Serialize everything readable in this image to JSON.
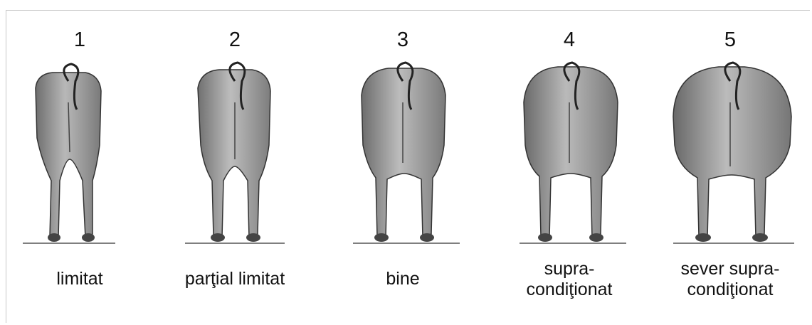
{
  "panels": [
    {
      "number": "1",
      "label": "limitat"
    },
    {
      "number": "2",
      "label": "parţial limitat"
    },
    {
      "number": "3",
      "label": "bine"
    },
    {
      "number": "4",
      "label": "supra-\ncondiţionat"
    },
    {
      "number": "5",
      "label": "sever supra-\ncondiţionat"
    }
  ]
}
